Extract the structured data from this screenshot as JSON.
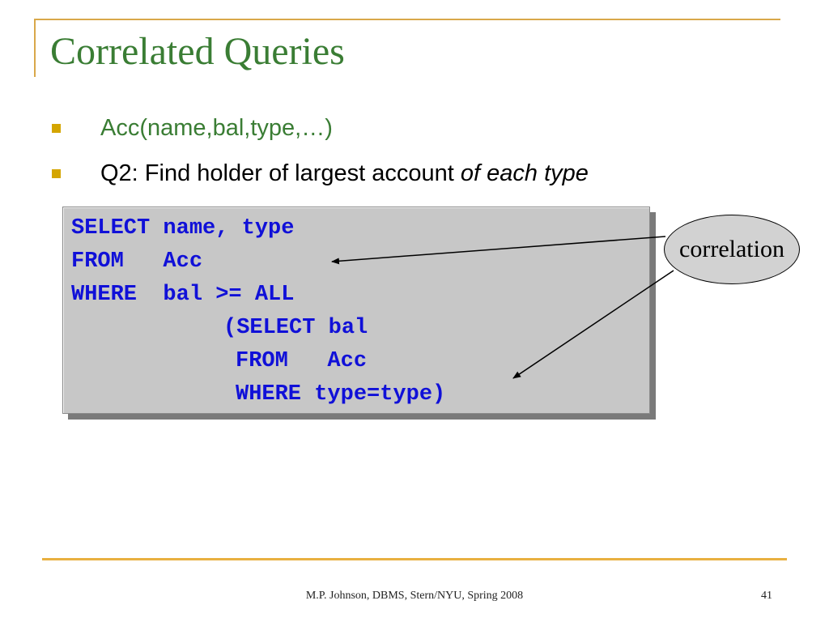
{
  "slide": {
    "title": "Correlated Queries",
    "bullets": [
      {
        "text": "Acc(name,bal,type,…)"
      },
      {
        "text": "Q2: Find holder of largest account ",
        "emphasis": "of each type"
      }
    ],
    "code_lines": [
      "SELECT name, type",
      "FROM   Acc",
      "WHERE  bal >= ALL",
      "(SELECT bal",
      "FROM   Acc",
      "WHERE type=type)"
    ],
    "callout": "correlation",
    "footer": "M.P. Johnson, DBMS, Stern/NYU, Spring 2008",
    "page_number": "41"
  },
  "colors": {
    "title": "#3a7d34",
    "bullet_marker": "#d4a500",
    "code_text": "#1010d8",
    "code_background": "#c7c7c7",
    "rules": "#e8b040"
  }
}
